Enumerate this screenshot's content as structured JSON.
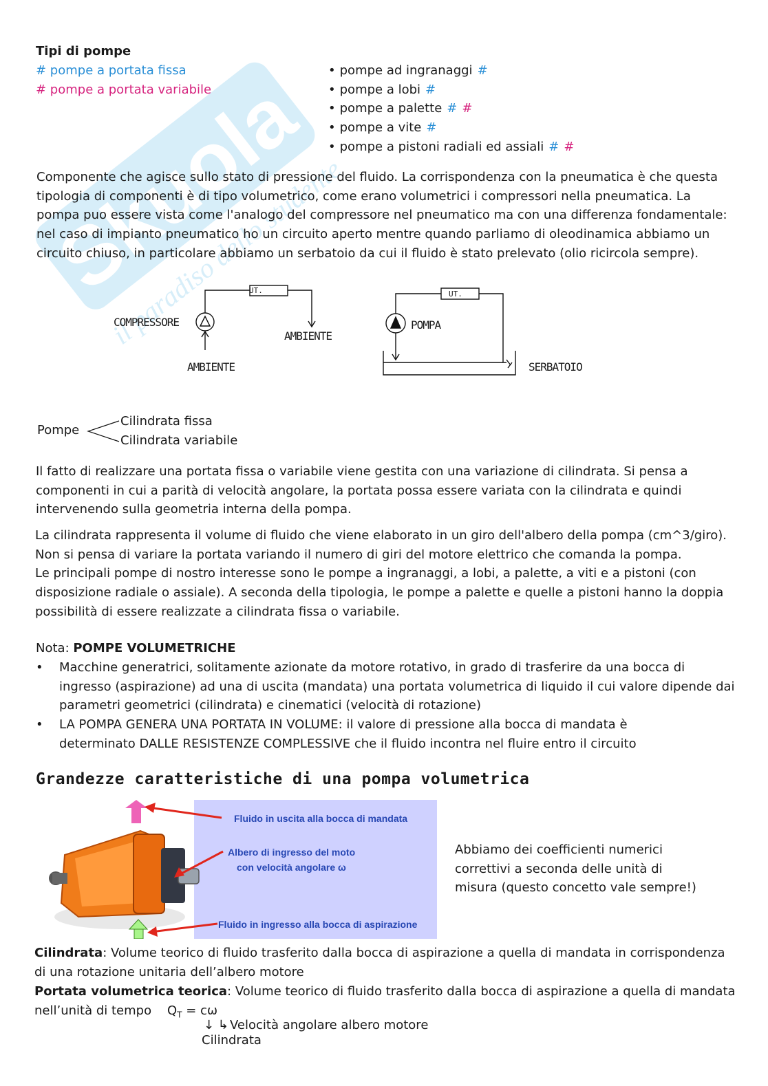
{
  "types": {
    "title": "Tipi di pompe",
    "legend_fixed": "# pompe a portata fissa",
    "legend_variable": "# pompe a portata variabile",
    "list": [
      {
        "text": "pompe ad ingranaggi",
        "tags": [
          {
            "mark": "#",
            "color": "#2a8fd6"
          }
        ]
      },
      {
        "text": "pompe a lobi",
        "tags": [
          {
            "mark": "#",
            "color": "#2a8fd6"
          }
        ]
      },
      {
        "text": "pompe a palette",
        "tags": [
          {
            "mark": "#",
            "color": "#2a8fd6"
          },
          {
            "mark": "#",
            "color": "#d6247f"
          }
        ]
      },
      {
        "text": "pompe a vite",
        "tags": [
          {
            "mark": "#",
            "color": "#2a8fd6"
          }
        ]
      },
      {
        "text": "pompe a pistoni radiali ed assiali",
        "tags": [
          {
            "mark": "#",
            "color": "#2a8fd6"
          },
          {
            "mark": "#",
            "color": "#d6247f"
          }
        ]
      }
    ],
    "bullet": "•"
  },
  "intro": [
    "Componente che agisce sullo stato di pressione del fluido. La corrispondenza con la pneumatica è che questa",
    "tipologia di componenti è di tipo volumetrico, come erano volumetrici i compressori nella pneumatica. La",
    "pompa puo essere vista come l'analogo del compressore nel pneumatico ma con una differenza fondamentale:",
    "nel caso di impianto pneumatico ho un circuito aperto mentre quando parliamo di oleodinamica abbiamo un",
    "circuito chiuso, in particolare abbiamo un serbatoio da cui il fluido è stato prelevato (olio ricircola sempre)."
  ],
  "sketch": {
    "left": {
      "compressor": "COMPRESSORE",
      "user": "UT.",
      "env_out": "AMBIENTE",
      "env_in": "AMBIENTE"
    },
    "right": {
      "pump": "POMPA",
      "user": "UT.",
      "tank": "SERBATOIO"
    }
  },
  "pompe_tree": {
    "root": "Pompe",
    "branches": [
      "Cilindrata fissa",
      "Cilindrata variabile"
    ]
  },
  "para1": [
    "Il fatto di realizzare una portata fissa o variabile viene gestita con una variazione di cilindrata. Si pensa a",
    "componenti in cui a parità di velocità angolare, la portata possa essere variata con la cilindrata e quindi",
    "intervenendo sulla geometria interna della pompa."
  ],
  "para2": [
    "La cilindrata rappresenta il volume di fluido che viene elaborato in un giro dell'albero della pompa (cm^3/giro).",
    "Non si pensa di variare la portata variando il numero di giri del motore elettrico che comanda la pompa.",
    "Le principali pompe di nostro interesse sono le pompe a ingranaggi, a lobi, a palette, a viti e a pistoni (con",
    "disposizione radiale o assiale). A seconda della tipologia, le pompe a palette e quelle a pistoni hanno la doppia",
    "possibilità di essere realizzate a cilindrata fissa o variabile."
  ],
  "nota": {
    "prefix": "Nota: ",
    "title": "POMPE VOLUMETRICHE",
    "bullets": [
      [
        "Macchine generatrici, solitamente azionate da motore rotativo, in grado di trasferire da una bocca di",
        "ingresso (aspirazione) ad una di uscita (mandata) una portata volumetrica di liquido il cui valore dipende dai",
        "parametri geometrici (cilindrata) e cinematici (velocità di rotazione)"
      ],
      [
        "LA POMPA GENERA UNA PORTATA IN VOLUME: il valore di pressione alla bocca di mandata è",
        "determinato DALLE RESISTENZE COMPLESSIVE che il fluido incontra nel fluire entro il circuito"
      ]
    ]
  },
  "section_title": "Grandezze caratteristiche di una pompa volumetrica",
  "figure": {
    "label_out": "Fluido in uscita alla bocca di mandata",
    "label_shaft1": "Albero di ingresso del moto",
    "label_shaft2": "con velocità angolare  ω",
    "label_in": "Fluido in ingresso alla bocca di aspirazione"
  },
  "side_note": [
    "Abbiamo dei coefficienti numerici",
    "correttivi a seconda delle unità di",
    "misura (questo concetto vale sempre!)"
  ],
  "defs": {
    "cil_term": "Cilindrata",
    "cil_text1": ": Volume teorico di fluido trasferito dalla bocca di aspirazione a quella di mandata in corrispondenza",
    "cil_text2": "di una rotazione unitaria dell’albero motore",
    "port_term": "Portata volumetrica teorica",
    "port_text1": ": Volume teorico di fluido trasferito dalla bocca di aspirazione a quella di mandata",
    "port_text2": "nell’unità di tempo",
    "formula_q": "Q",
    "formula_sub": "T",
    "formula_rhs": " = cω",
    "formula_arrows": "↓ ↳",
    "omega_note": "Velocità angolare albero motore",
    "c_note": "Cilindrata"
  }
}
